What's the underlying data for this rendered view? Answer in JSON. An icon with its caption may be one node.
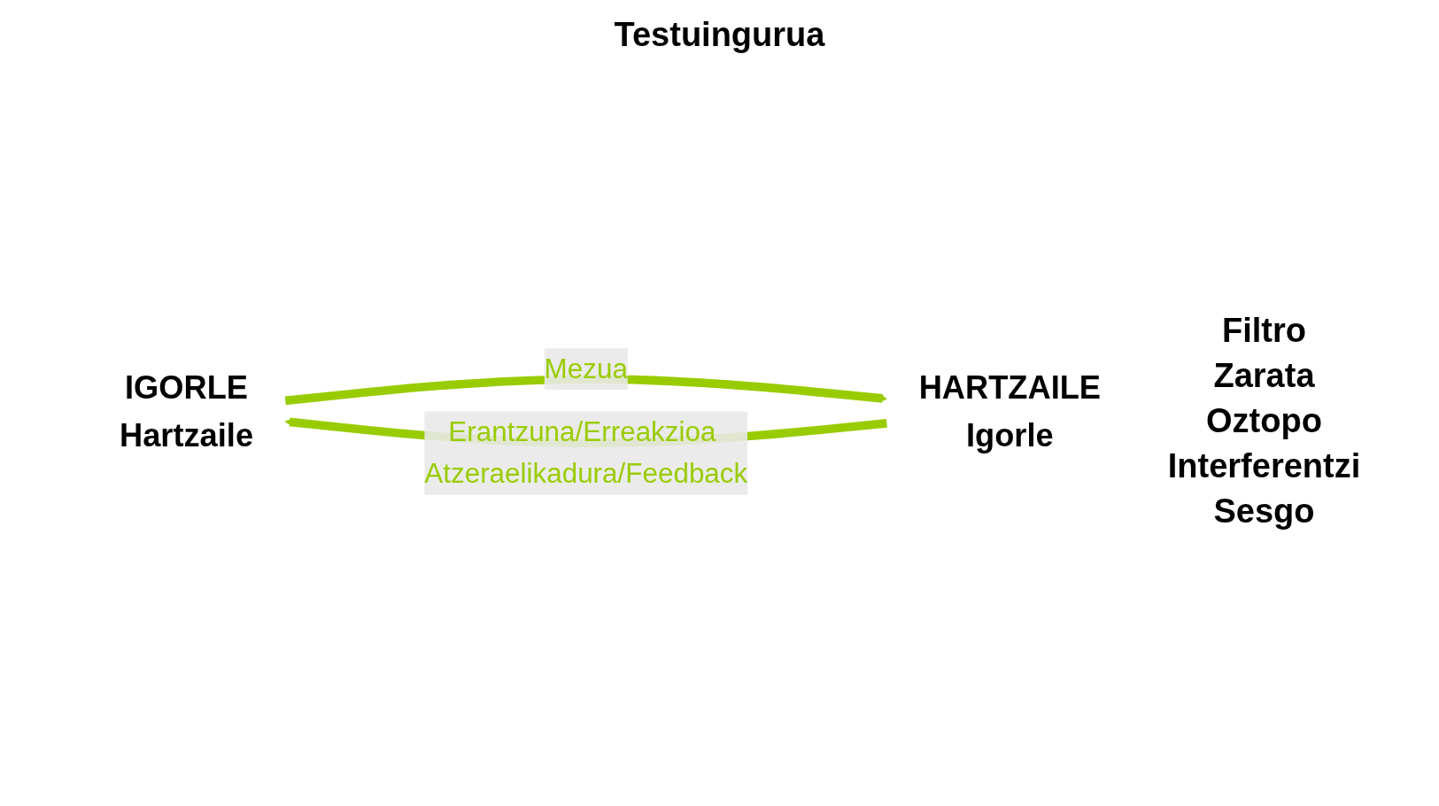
{
  "diagram": {
    "nodes": [
      {
        "text": [
          "IGORLE",
          "Hartzaile"
        ]
      },
      {
        "text": [
          "HARTZAILE",
          "Igorle"
        ]
      }
    ],
    "edges": [
      {
        "from": 0,
        "to": 1,
        "arrow": "to",
        "label": "Mezua"
      },
      {
        "from": 1,
        "to": 0,
        "arrow": "to",
        "label": "Erantzuna/Erreakzioa Atzeraelikadura/Feedback"
      }
    ],
    "labels": [
      "Testuingurua",
      "Filtro",
      "Zarata",
      "Oztopo",
      "Interferentzi",
      "Sesgo"
    ]
  }
}
